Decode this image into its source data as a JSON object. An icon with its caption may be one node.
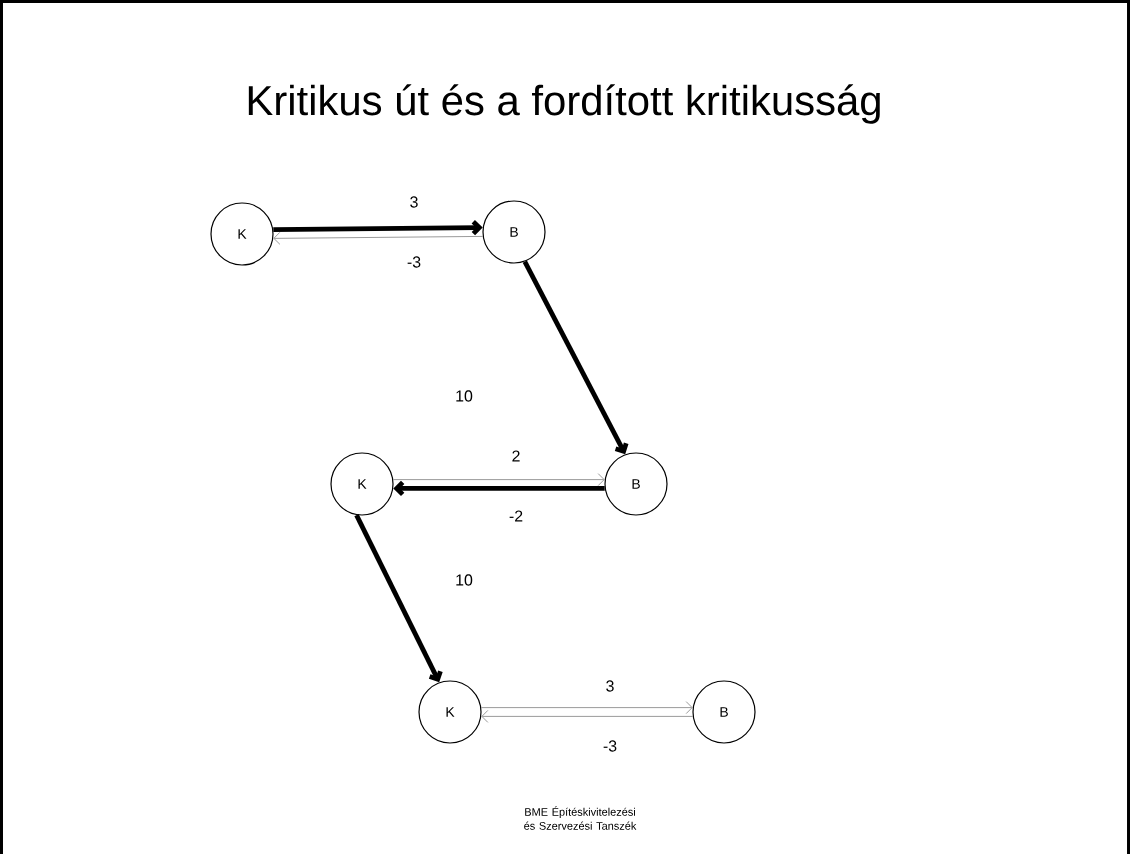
{
  "diagram": {
    "title": "Kritikus út és a fordított kritikusság",
    "nodes": [
      {
        "text": [
          "K"
        ]
      },
      {
        "text": [
          "B"
        ]
      },
      {
        "text": [
          "K"
        ]
      },
      {
        "text": [
          "B"
        ]
      },
      {
        "text": [
          "K"
        ]
      },
      {
        "text": [
          "B"
        ]
      }
    ],
    "edges": [
      {
        "from": 0,
        "to": 1,
        "arrow": "to",
        "label": "3",
        "style": "thick"
      },
      {
        "from": 1,
        "to": 0,
        "arrow": "to",
        "label": "-3",
        "color": "#808080"
      },
      {
        "from": 1,
        "to": 3,
        "arrow": "to",
        "style": "thick"
      },
      {
        "from": 2,
        "to": 3,
        "arrow": "to",
        "label": "2",
        "color": "#808080"
      },
      {
        "from": 3,
        "to": 2,
        "arrow": "to",
        "label": "-2",
        "style": "thick"
      },
      {
        "from": 2,
        "to": 4,
        "arrow": "to",
        "style": "thick"
      },
      {
        "from": 4,
        "to": 5,
        "arrow": "to",
        "label": "3",
        "color": "#808080"
      },
      {
        "from": 5,
        "to": 4,
        "arrow": "to",
        "label": "-3",
        "color": "#808080"
      }
    ],
    "labels": [
      "10",
      "10",
      "BME Építéskivitelezési és Szervezési Tanszék"
    ]
  }
}
